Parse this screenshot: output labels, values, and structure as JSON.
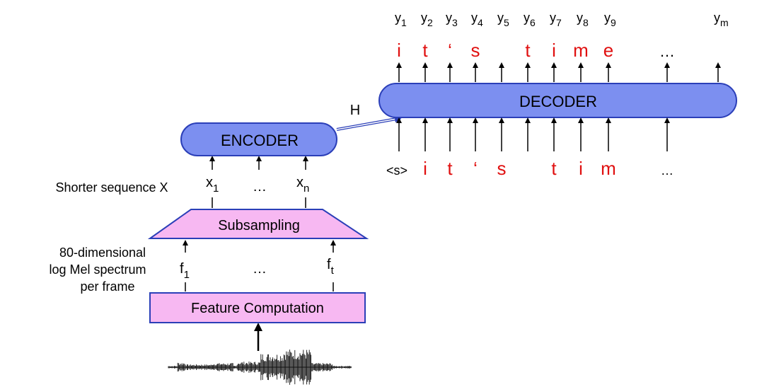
{
  "colors": {
    "box_blue": "#7c8ff0",
    "box_blue_stroke": "#2b3fb8",
    "box_pink": "#f7b8f2",
    "token_red": "#e01010",
    "arrow": "#000000"
  },
  "encoder": {
    "label": "ENCODER"
  },
  "decoder": {
    "label": "DECODER"
  },
  "subsampling": {
    "label": "Subsampling"
  },
  "feature_computation": {
    "label": "Feature Computation"
  },
  "labels": {
    "hidden": "H",
    "shorter_sequence": "Shorter sequence X",
    "spectrum_line1": "80-dimensional",
    "spectrum_line2": "log Mel spectrum",
    "spectrum_line3": "per frame",
    "ellipsis": "…"
  },
  "encoder_outputs": [
    {
      "base": "x",
      "sub": "1"
    },
    {
      "base": "x",
      "sub": "n"
    }
  ],
  "frames": [
    {
      "base": "f",
      "sub": "1"
    },
    {
      "base": "f",
      "sub": "t"
    }
  ],
  "decoder_outputs": [
    {
      "base": "y",
      "sub": "1",
      "token": "i"
    },
    {
      "base": "y",
      "sub": "2",
      "token": "t"
    },
    {
      "base": "y",
      "sub": "3",
      "token": "‘"
    },
    {
      "base": "y",
      "sub": "4",
      "token": "s"
    },
    {
      "base": "y",
      "sub": "5",
      "token": ""
    },
    {
      "base": "y",
      "sub": "6",
      "token": "t"
    },
    {
      "base": "y",
      "sub": "7",
      "token": "i"
    },
    {
      "base": "y",
      "sub": "8",
      "token": "m"
    },
    {
      "base": "y",
      "sub": "9",
      "token": "e"
    },
    {
      "base": "y",
      "sub": "m",
      "token": ""
    }
  ],
  "decoder_inputs": [
    "<s>",
    "i",
    "t",
    "‘",
    "s",
    "",
    "t",
    "i",
    "m",
    "…"
  ],
  "output_ellipsis": "…"
}
